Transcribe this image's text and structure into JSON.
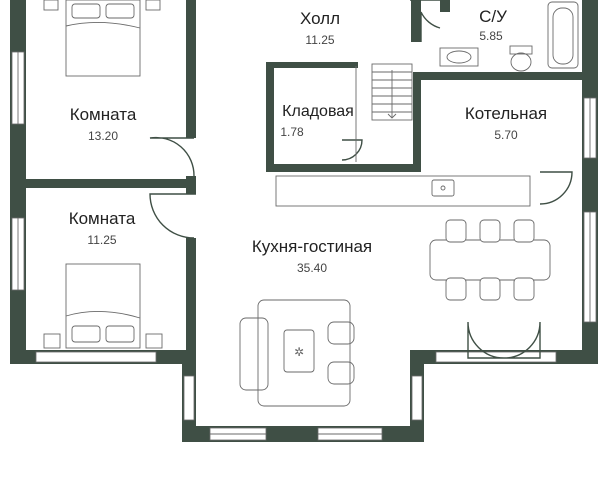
{
  "rooms": {
    "hall": {
      "name": "Холл",
      "area": "11.25"
    },
    "bathroom": {
      "name": "С/У",
      "area": "5.85"
    },
    "room1": {
      "name": "Комната",
      "area": "13.20"
    },
    "storage": {
      "name": "Кладовая",
      "area": "1.78"
    },
    "boiler": {
      "name": "Котельная",
      "area": "5.70"
    },
    "room2": {
      "name": "Комната",
      "area": "11.25"
    },
    "kitchen": {
      "name": "Кухня-гостиная",
      "area": "35.40"
    }
  },
  "colors": {
    "wall": "#3f4f45",
    "furniture": "#6a6a6a",
    "text": "#222222"
  }
}
